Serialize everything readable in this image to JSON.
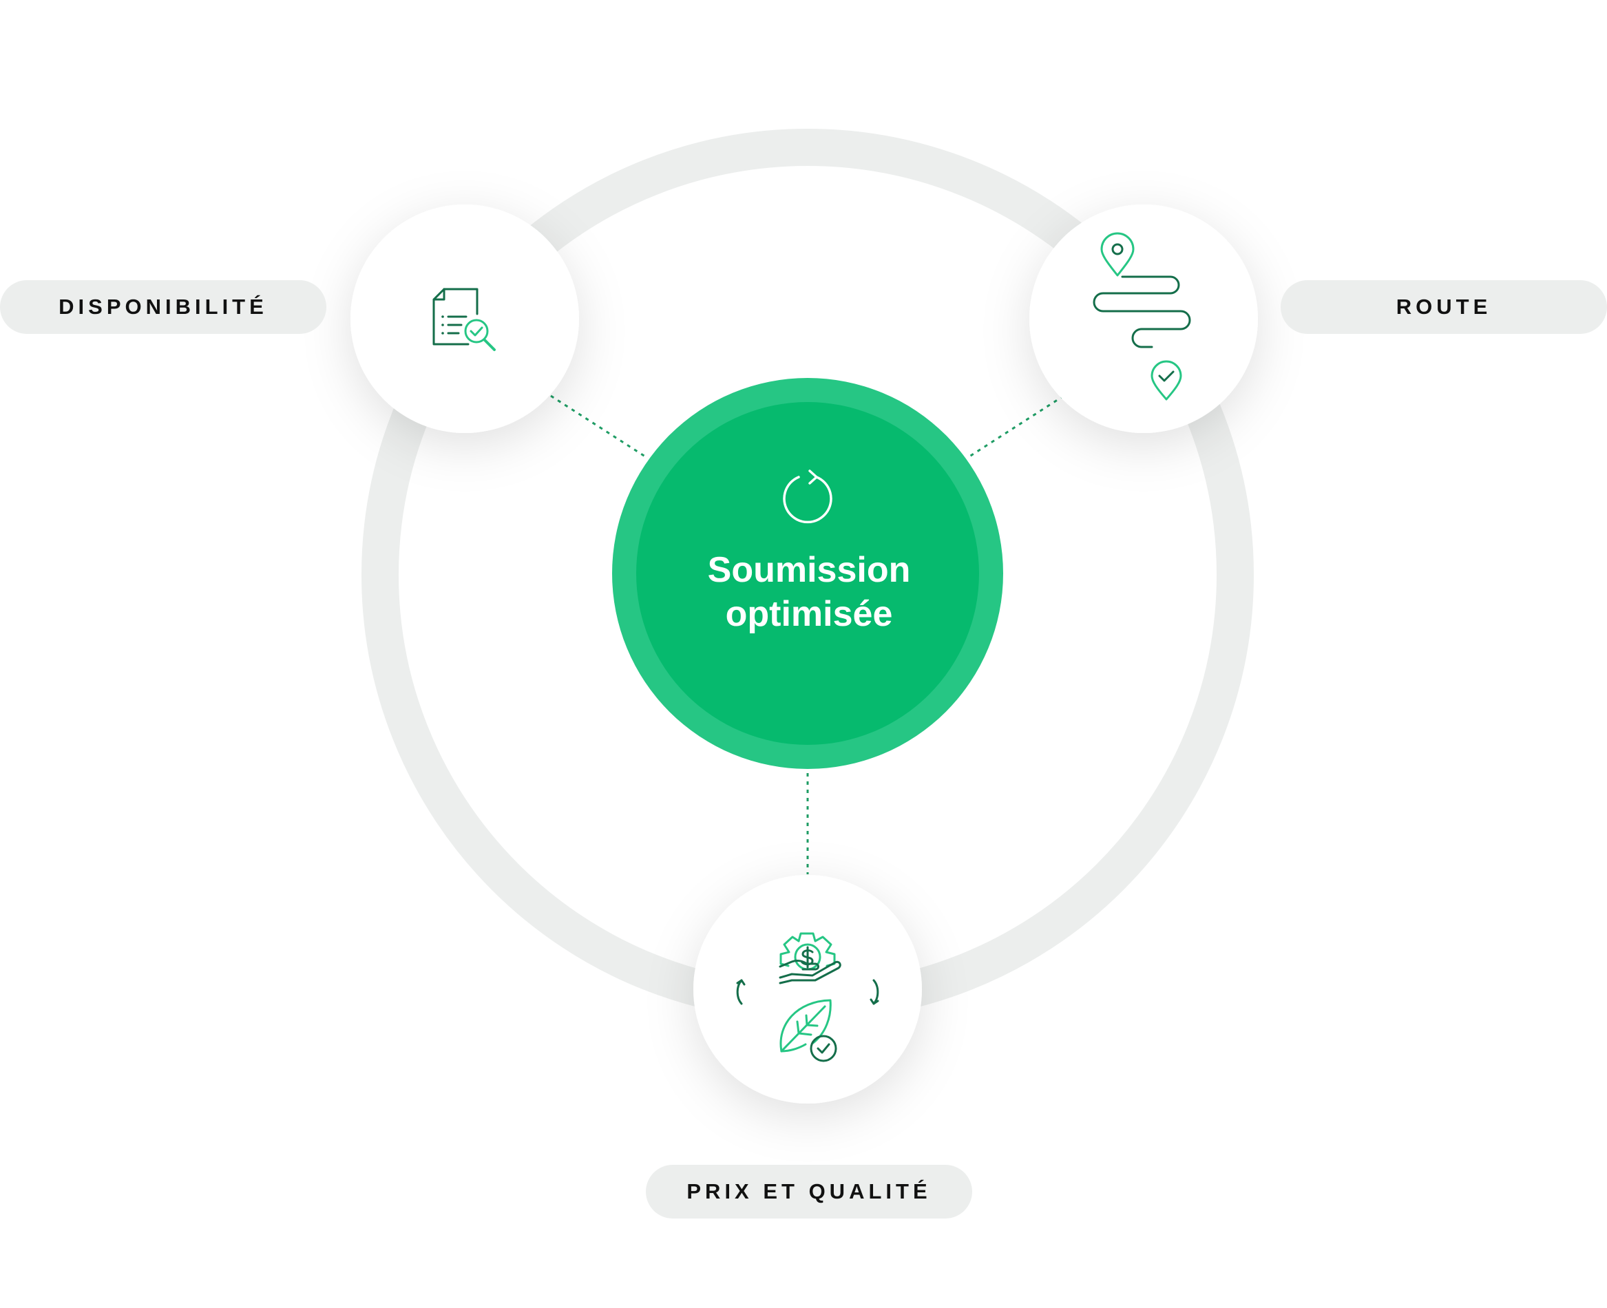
{
  "center": {
    "title_line1": "Soumission",
    "title_line2": "optimisée",
    "icon": "refresh-icon"
  },
  "nodes": [
    {
      "label": "DISPONIBILITÉ",
      "icon": "document-search-check-icon"
    },
    {
      "label": "ROUTE",
      "icon": "route-pins-icon"
    },
    {
      "label": "PRIX ET QUALITÉ",
      "icons": [
        "hand-dollar-gear-icon",
        "leaf-check-icon",
        "cycle-arrows-icon"
      ]
    }
  ],
  "colors": {
    "accent_green": "#06ba6e",
    "ring_green": "#26c684",
    "dark_green": "#146e4a",
    "ring_gray": "#eceeed",
    "pill_gray": "#eceeed",
    "text_dark": "#111111"
  }
}
